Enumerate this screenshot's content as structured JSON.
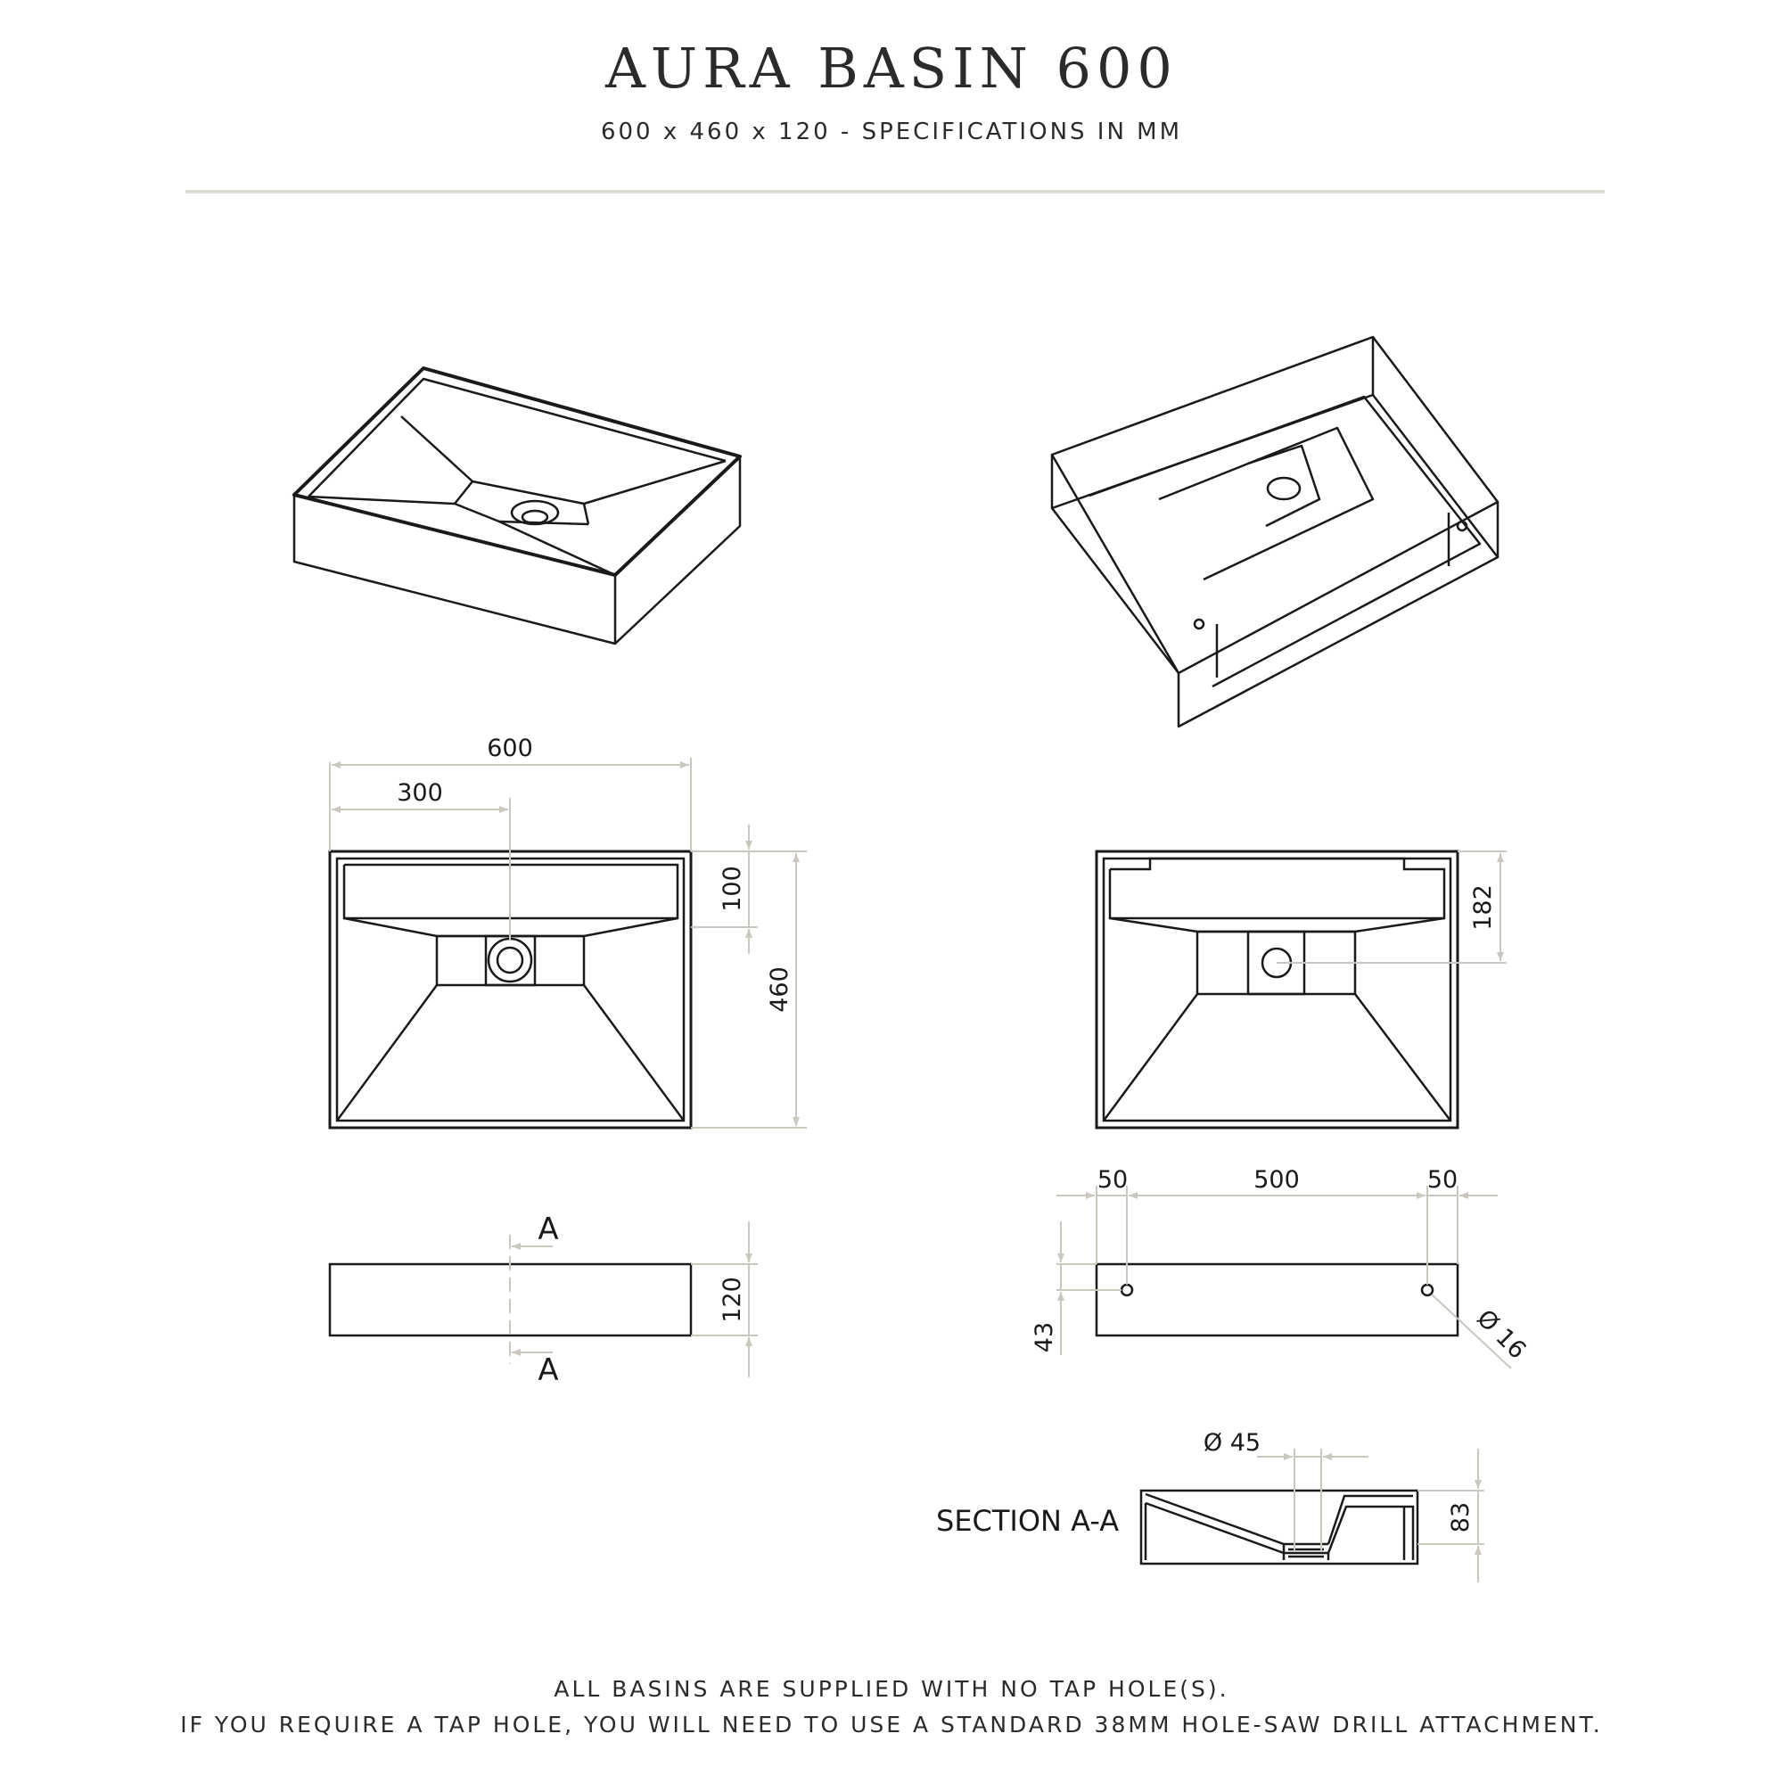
{
  "header": {
    "title": "AURA BASIN 600",
    "subtitle": "600 x 460 x 120  -  SPECIFICATIONS IN MM"
  },
  "dimensions": {
    "top_width": "600",
    "top_half": "300",
    "top_depth": "100",
    "top_length": "460",
    "front_height": "120",
    "section_mark": "A",
    "bottom_depth": "182",
    "bracket_left": "50",
    "bracket_mid": "500",
    "bracket_right": "50",
    "bracket_height": "43",
    "bracket_hole": "Ø 16",
    "waste_diameter": "Ø 45",
    "section_height": "83"
  },
  "section_label": "SECTION A-A",
  "footer": {
    "line1": "ALL BASINS ARE SUPPLIED WITH NO TAP HOLE(S).",
    "line2": "IF YOU REQUIRE A TAP HOLE, YOU WILL NEED TO USE A STANDARD 38MM HOLE-SAW DRILL ATTACHMENT."
  },
  "colors": {
    "line": "#1a1a1a",
    "dimension_line": "#c9c7be",
    "rule": "#dcdad2"
  }
}
